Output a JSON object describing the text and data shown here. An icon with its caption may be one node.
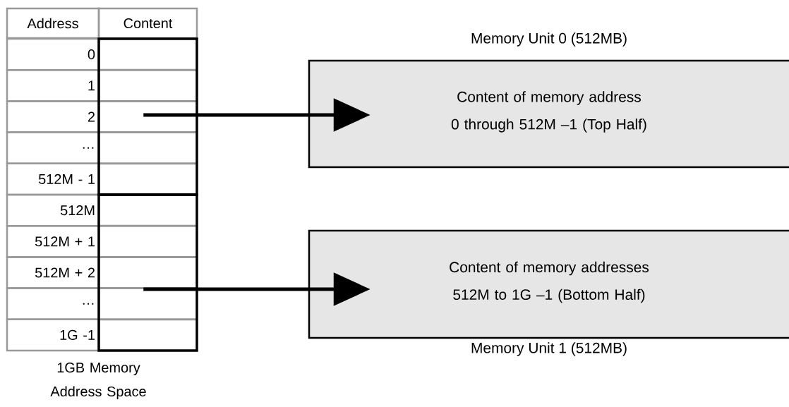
{
  "diagram": {
    "nodes": [
      {
        "text": [],
        "shape": "box"
      },
      {
        "text": [],
        "shape": "box"
      },
      {
        "text": [
          "Memory Unit 0 (512MB)",
          "Content of memory address 0 through 512M –1 (Top Half)"
        ]
      },
      {
        "text": [
          "Content of memory addresses 512M to 1G –1 (Bottom Half)",
          "Memory Unit 1 (512MB)"
        ]
      }
    ],
    "edges": [
      {
        "from": 0,
        "to": 2,
        "arrow": "to"
      },
      {
        "from": 1,
        "to": 3,
        "arrow": "to"
      }
    ],
    "labels": [
      "Address",
      "Content",
      "0",
      "1",
      "2",
      "…",
      "512M - 1",
      "512M",
      "512M + 1",
      "512M + 2",
      "…",
      "1G -1",
      "1GB Memory Address Space"
    ]
  }
}
